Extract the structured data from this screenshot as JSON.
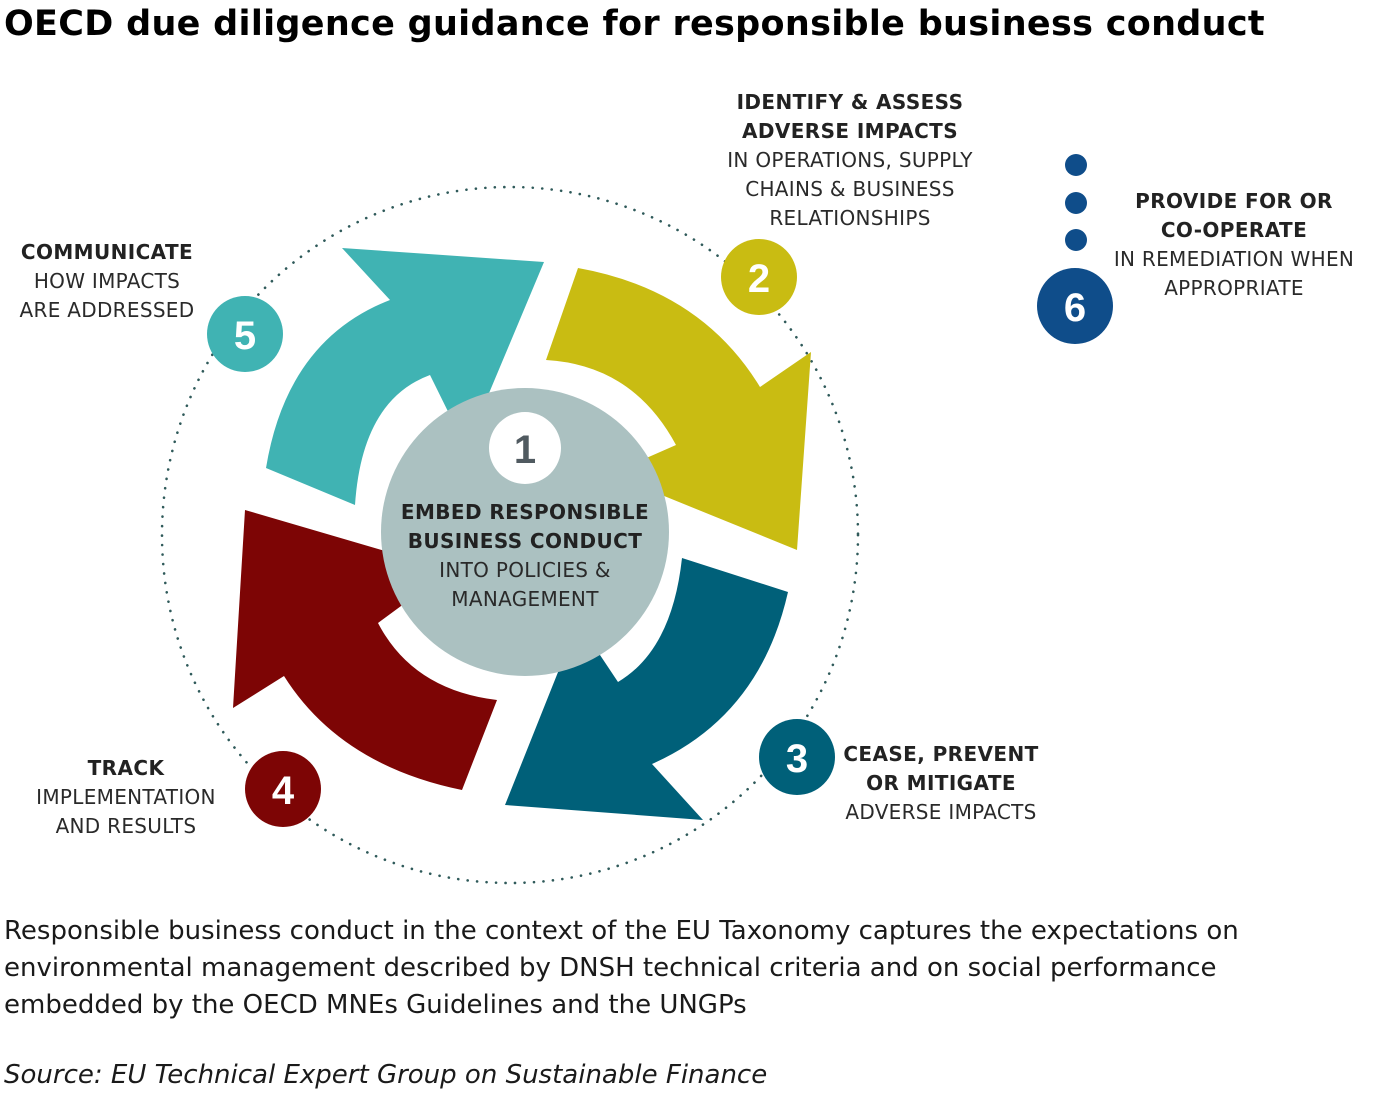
{
  "title": "OECD due diligence guidance for responsible business conduct",
  "colors": {
    "teal": "#40B3B3",
    "yellow": "#C9BC12",
    "petrol": "#006079",
    "darkred": "#7D0505",
    "navy": "#0F4D8A",
    "center": "#ABC1C1",
    "dots": "#2F5A5A"
  },
  "steps": [
    {
      "number": "1",
      "head": [
        "EMBED RESPONSIBLE",
        "BUSINESS CONDUCT"
      ],
      "desc": [
        "INTO POLICIES &",
        "MANAGEMENT"
      ]
    },
    {
      "number": "2",
      "head": [
        "IDENTIFY & ASSESS",
        "ADVERSE IMPACTS"
      ],
      "desc": [
        "IN OPERATIONS, SUPPLY",
        "CHAINS & BUSINESS",
        "RELATIONSHIPS"
      ]
    },
    {
      "number": "3",
      "head": [
        "CEASE, PREVENT",
        "OR MITIGATE"
      ],
      "desc": [
        "ADVERSE IMPACTS"
      ]
    },
    {
      "number": "4",
      "head": [
        "TRACK"
      ],
      "desc": [
        "IMPLEMENTATION",
        "AND RESULTS"
      ]
    },
    {
      "number": "5",
      "head": [
        "COMMUNICATE"
      ],
      "desc": [
        "HOW IMPACTS",
        "ARE ADDRESSED"
      ]
    },
    {
      "number": "6",
      "head": [
        "PROVIDE FOR OR",
        "CO-OPERATE"
      ],
      "desc": [
        "IN REMEDIATION WHEN",
        "APPROPRIATE"
      ]
    }
  ],
  "caption": [
    "Responsible business conduct in the context of the EU Taxonomy captures the expectations on",
    "environmental management described by DNSH technical criteria and on social performance",
    "embedded by the OECD MNEs Guidelines and the UNGPs"
  ],
  "source": "Source: EU Technical Expert Group on Sustainable Finance"
}
